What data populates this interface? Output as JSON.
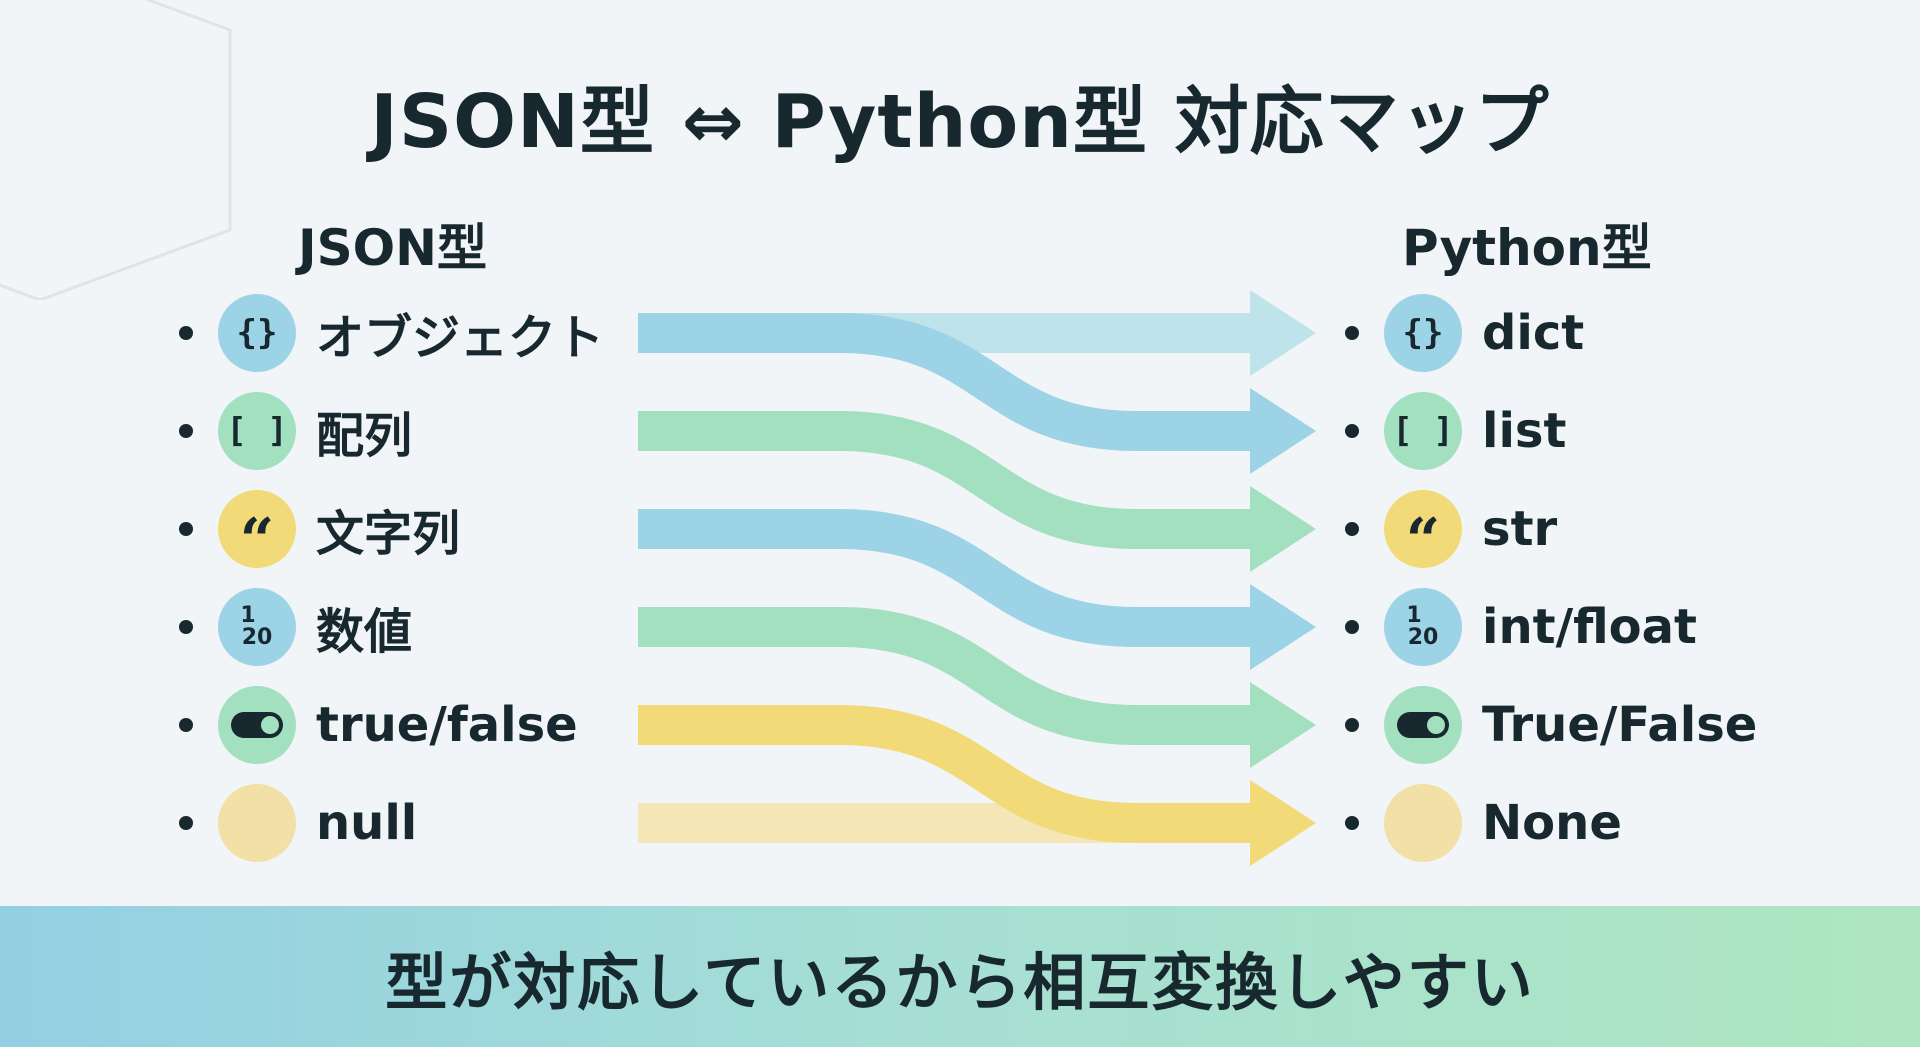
{
  "title": "JSON型 ⇔ Python型 対応マップ",
  "left_header": "JSON型",
  "right_header": "Python型",
  "json_types": [
    {
      "label": "オブジェクト",
      "icon": "braces-icon",
      "glyph": "{}",
      "color": "#9dd3e6"
    },
    {
      "label": "配列",
      "icon": "brackets-icon",
      "glyph": "[ ]",
      "color": "#a2e0c0"
    },
    {
      "label": "文字列",
      "icon": "quote-icon",
      "glyph": "“",
      "color": "#f2da78"
    },
    {
      "label": "数値",
      "icon": "number-icon",
      "glyph_top": "1",
      "glyph_bottom": "20",
      "color": "#9dd3e6"
    },
    {
      "label": "true/false",
      "icon": "toggle-icon",
      "color": "#a2e0c0"
    },
    {
      "label": "null",
      "icon": "empty-circle-icon",
      "color": "#f3e0a6"
    }
  ],
  "python_types": [
    {
      "label": "dict",
      "icon": "braces-icon",
      "glyph": "{}",
      "color": "#9dd3e6"
    },
    {
      "label": "list",
      "icon": "brackets-icon",
      "glyph": "[ ]",
      "color": "#a2e0c0"
    },
    {
      "label": "str",
      "icon": "quote-icon",
      "glyph": "“",
      "color": "#f2da78"
    },
    {
      "label": "int/float",
      "icon": "number-icon",
      "glyph_top": "1",
      "glyph_bottom": "20",
      "color": "#9dd3e6"
    },
    {
      "label": "True/False",
      "icon": "toggle-icon",
      "color": "#a2e0c0"
    },
    {
      "label": "None",
      "icon": "empty-circle-icon",
      "color": "#f3e0a6"
    }
  ],
  "arrows": [
    {
      "from": 0,
      "to": 0,
      "color": "#bfe3ea"
    },
    {
      "from": 5,
      "to": 5,
      "color": "#f4e6b6"
    },
    {
      "from": 0,
      "to": 1,
      "color": "#9dd3e6"
    },
    {
      "from": 1,
      "to": 2,
      "color": "#a2e0c0"
    },
    {
      "from": 2,
      "to": 3,
      "color": "#9dd3e6"
    },
    {
      "from": 3,
      "to": 4,
      "color": "#a2e0c0"
    },
    {
      "from": 4,
      "to": 5,
      "color": "#f2da78"
    }
  ],
  "footer": "型が対応しているから相互変換しやすい"
}
